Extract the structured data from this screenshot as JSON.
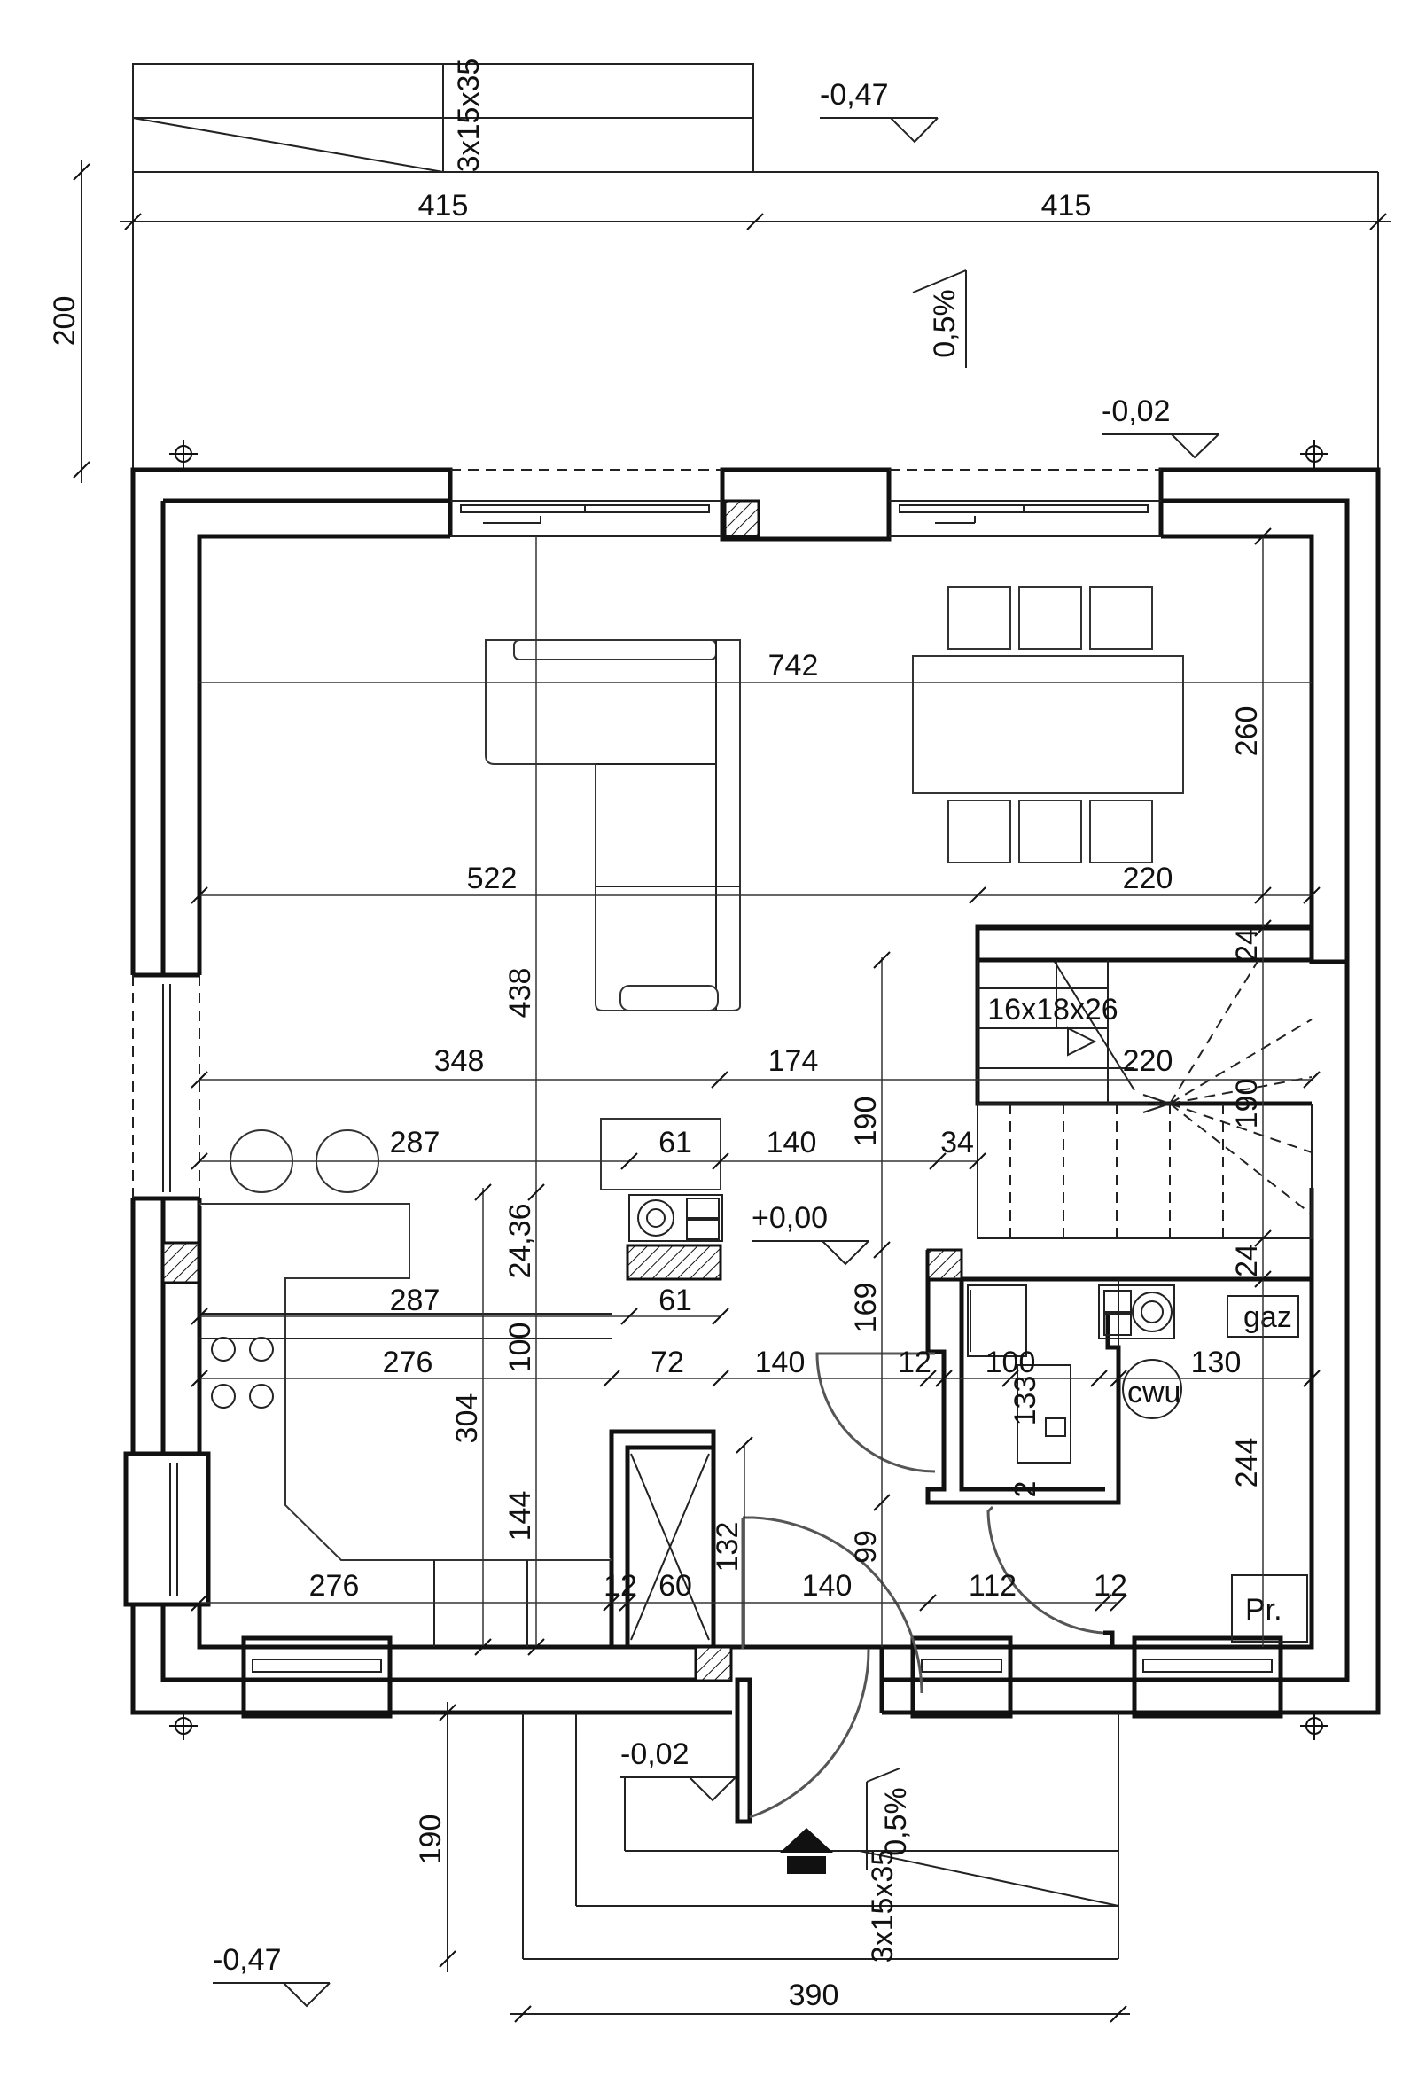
{
  "levels": {
    "top_terrace": "-0,47",
    "top_entry": "-0,02",
    "floor": "+0,00",
    "bottom_entry": "-0,02",
    "bottom_ground": "-0,47"
  },
  "slopes": {
    "top": "0,5%",
    "bottom": "0,5%"
  },
  "stairs": {
    "top_steps": "3x15x35",
    "bottom_steps": "3x15x35",
    "main_stair": "16x18x26"
  },
  "rooms": {
    "gas": "gaz",
    "hot_water": "cwu",
    "laundry": "Pr."
  },
  "dims_top": {
    "left": "415",
    "right": "415",
    "terrace_depth": "200"
  },
  "dims_interior": {
    "d742": "742",
    "d260": "260",
    "d522": "522",
    "d220a": "220",
    "d24a": "24",
    "d438": "438",
    "d348": "348",
    "d174": "174",
    "d220b": "220",
    "d190a": "190",
    "d190b": "190",
    "d287a": "287",
    "d61a": "61",
    "d140a": "140",
    "d34": "34",
    "d24_36": "24,36",
    "d24b": "24",
    "d287b": "287",
    "d61b": "61",
    "d169": "169",
    "d276a": "276",
    "d100a": "100",
    "d72": "72",
    "d140b": "140",
    "d12a": "12",
    "d100b": "100",
    "d130": "130",
    "d304": "304",
    "d133": "133",
    "d244": "244",
    "d2": "2",
    "d144": "144",
    "d132": "132",
    "d99": "99",
    "d276b": "276",
    "d12b": "12",
    "d60": "60",
    "d140c": "140",
    "d112": "112",
    "d12c": "12"
  },
  "dims_bottom": {
    "entry_depth": "190",
    "entry_width": "390"
  },
  "icons": {
    "entrance": "entrance-arrow-icon",
    "axis": "axis-marker-icon"
  }
}
